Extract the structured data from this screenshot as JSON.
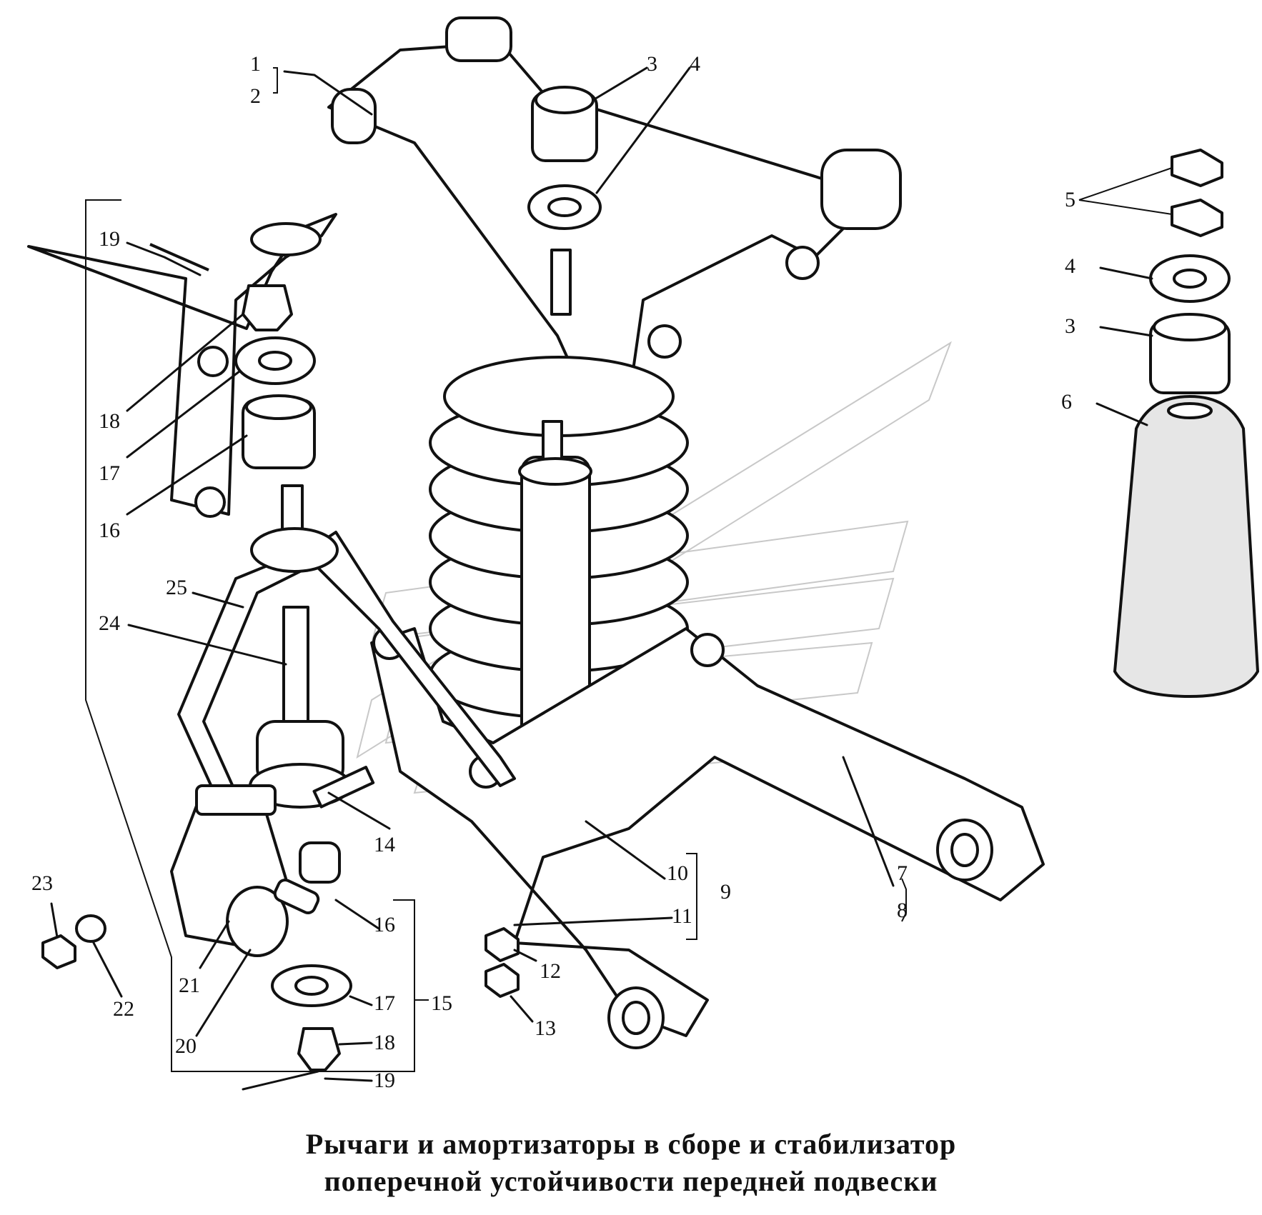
{
  "caption": {
    "line1": "Рычаги и амортизаторы в сборе и стабилизатор",
    "line2": "поперечной устойчивости передней подвески"
  },
  "callouts": {
    "n1": "1",
    "n2": "2",
    "n3": "3",
    "n4": "4",
    "n5": "5",
    "n4b": "4",
    "n3b": "3",
    "n6": "6",
    "n19a": "19",
    "n18a": "18",
    "n17a": "17",
    "n16a": "16",
    "n25": "25",
    "n24": "24",
    "n14": "14",
    "n16b": "16",
    "n10": "10",
    "n9": "9",
    "n11": "11",
    "n7": "7",
    "n8": "8",
    "n12": "12",
    "n13": "13",
    "n17b": "17",
    "n15": "15",
    "n18b": "18",
    "n19b": "19",
    "n20": "20",
    "n21": "21",
    "n22": "22",
    "n23": "23"
  }
}
